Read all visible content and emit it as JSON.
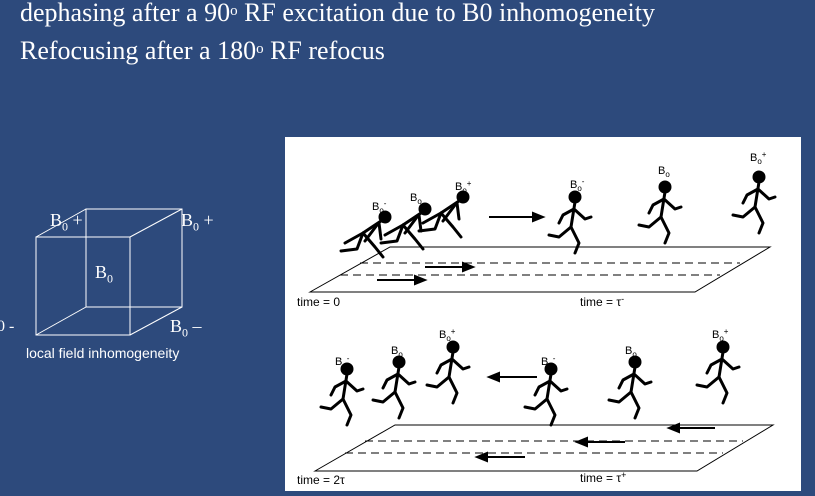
{
  "slide": {
    "line1": "dephasing after a 90",
    "line1_deg": "o",
    "line1_rest": " RF excitation due to B0 inhomogeneity",
    "line2": "Refocusing after a 180",
    "line2_deg": "o",
    "line2_rest": " RF refocus"
  },
  "cube": {
    "label_top_left": "B",
    "label_top_left_sub": "0",
    "label_top_left_suffix": " +",
    "label_top_right": "B",
    "label_top_right_sub": "0",
    "label_top_right_suffix": " +",
    "label_center": "B",
    "label_center_sub": "0",
    "label_bottom_right": "B",
    "label_bottom_right_sub": "0",
    "label_bottom_right_suffix": " –",
    "label_bottom_left": "0 -",
    "caption": "local field inhomogeneity"
  },
  "panel": {
    "top_time_left": "time = 0",
    "top_time_right": "time = τ",
    "top_time_right_sup": "-",
    "bottom_time_left": "time = 2τ",
    "bottom_time_right": "time = τ",
    "bottom_time_right_sup": "+",
    "runners_top_left": [
      {
        "base": "B",
        "sub": "o",
        "sup": "-"
      },
      {
        "base": "B",
        "sub": "o",
        "sup": ""
      },
      {
        "base": "B",
        "sub": "o",
        "sup": "+"
      }
    ],
    "runners_top_right": [
      {
        "base": "B",
        "sub": "o",
        "sup": "-"
      },
      {
        "base": "B",
        "sub": "o",
        "sup": ""
      },
      {
        "base": "B",
        "sub": "o",
        "sup": "+"
      }
    ],
    "runners_bottom_left": [
      {
        "base": "B",
        "sub": "o",
        "sup": "-"
      },
      {
        "base": "B",
        "sub": "o",
        "sup": ""
      },
      {
        "base": "B",
        "sub": "o",
        "sup": "+"
      }
    ],
    "runners_bottom_right": [
      {
        "base": "B",
        "sub": "o",
        "sup": "-"
      },
      {
        "base": "B",
        "sub": "o",
        "sup": ""
      },
      {
        "base": "B",
        "sub": "o",
        "sup": "+"
      }
    ]
  },
  "colors": {
    "background": "#2d4a7c",
    "text": "#ffffff",
    "panel": "#ffffff",
    "ink": "#000000"
  }
}
